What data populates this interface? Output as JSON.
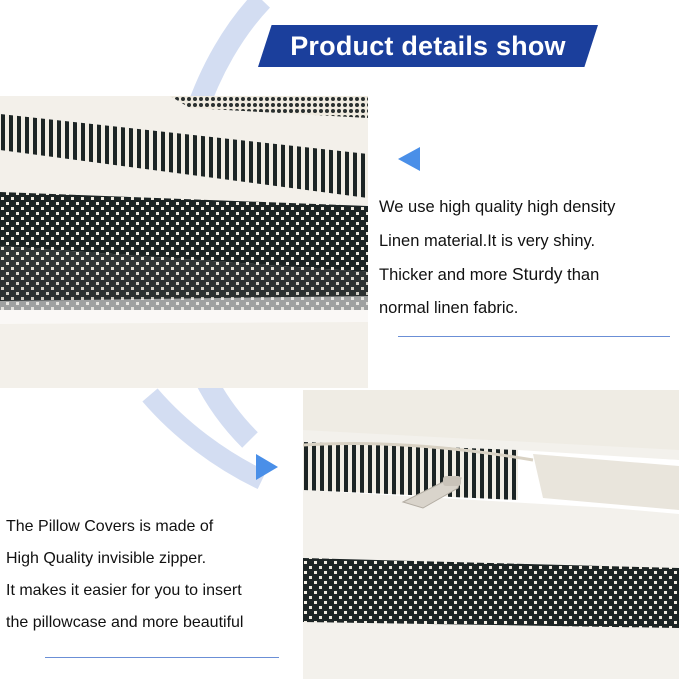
{
  "banner": {
    "title": "Product details show"
  },
  "sections": {
    "material": {
      "line1": "We use high quality high density",
      "line2": "Linen material.It is very shiny.",
      "line3_before": "Thicker and more ",
      "line3_emphasis": "Sturdy",
      "line3_after": " than",
      "line4": "normal linen fabric."
    },
    "zipper": {
      "line1": "The Pillow Covers is made of",
      "line2": "High Quality invisible zipper.",
      "line3": "It makes it easier for you to insert",
      "line4": "the pillowcase and more beautiful"
    }
  },
  "colors": {
    "banner_bg": "#1b3f9c",
    "accent": "#4a8fe8",
    "divider": "#6b8fd6",
    "stripe_dark": "#1c2424",
    "linen": "#f1ede4"
  },
  "icons": {
    "pointer_top": "triangle-left-icon",
    "pointer_bottom": "triangle-right-icon"
  }
}
